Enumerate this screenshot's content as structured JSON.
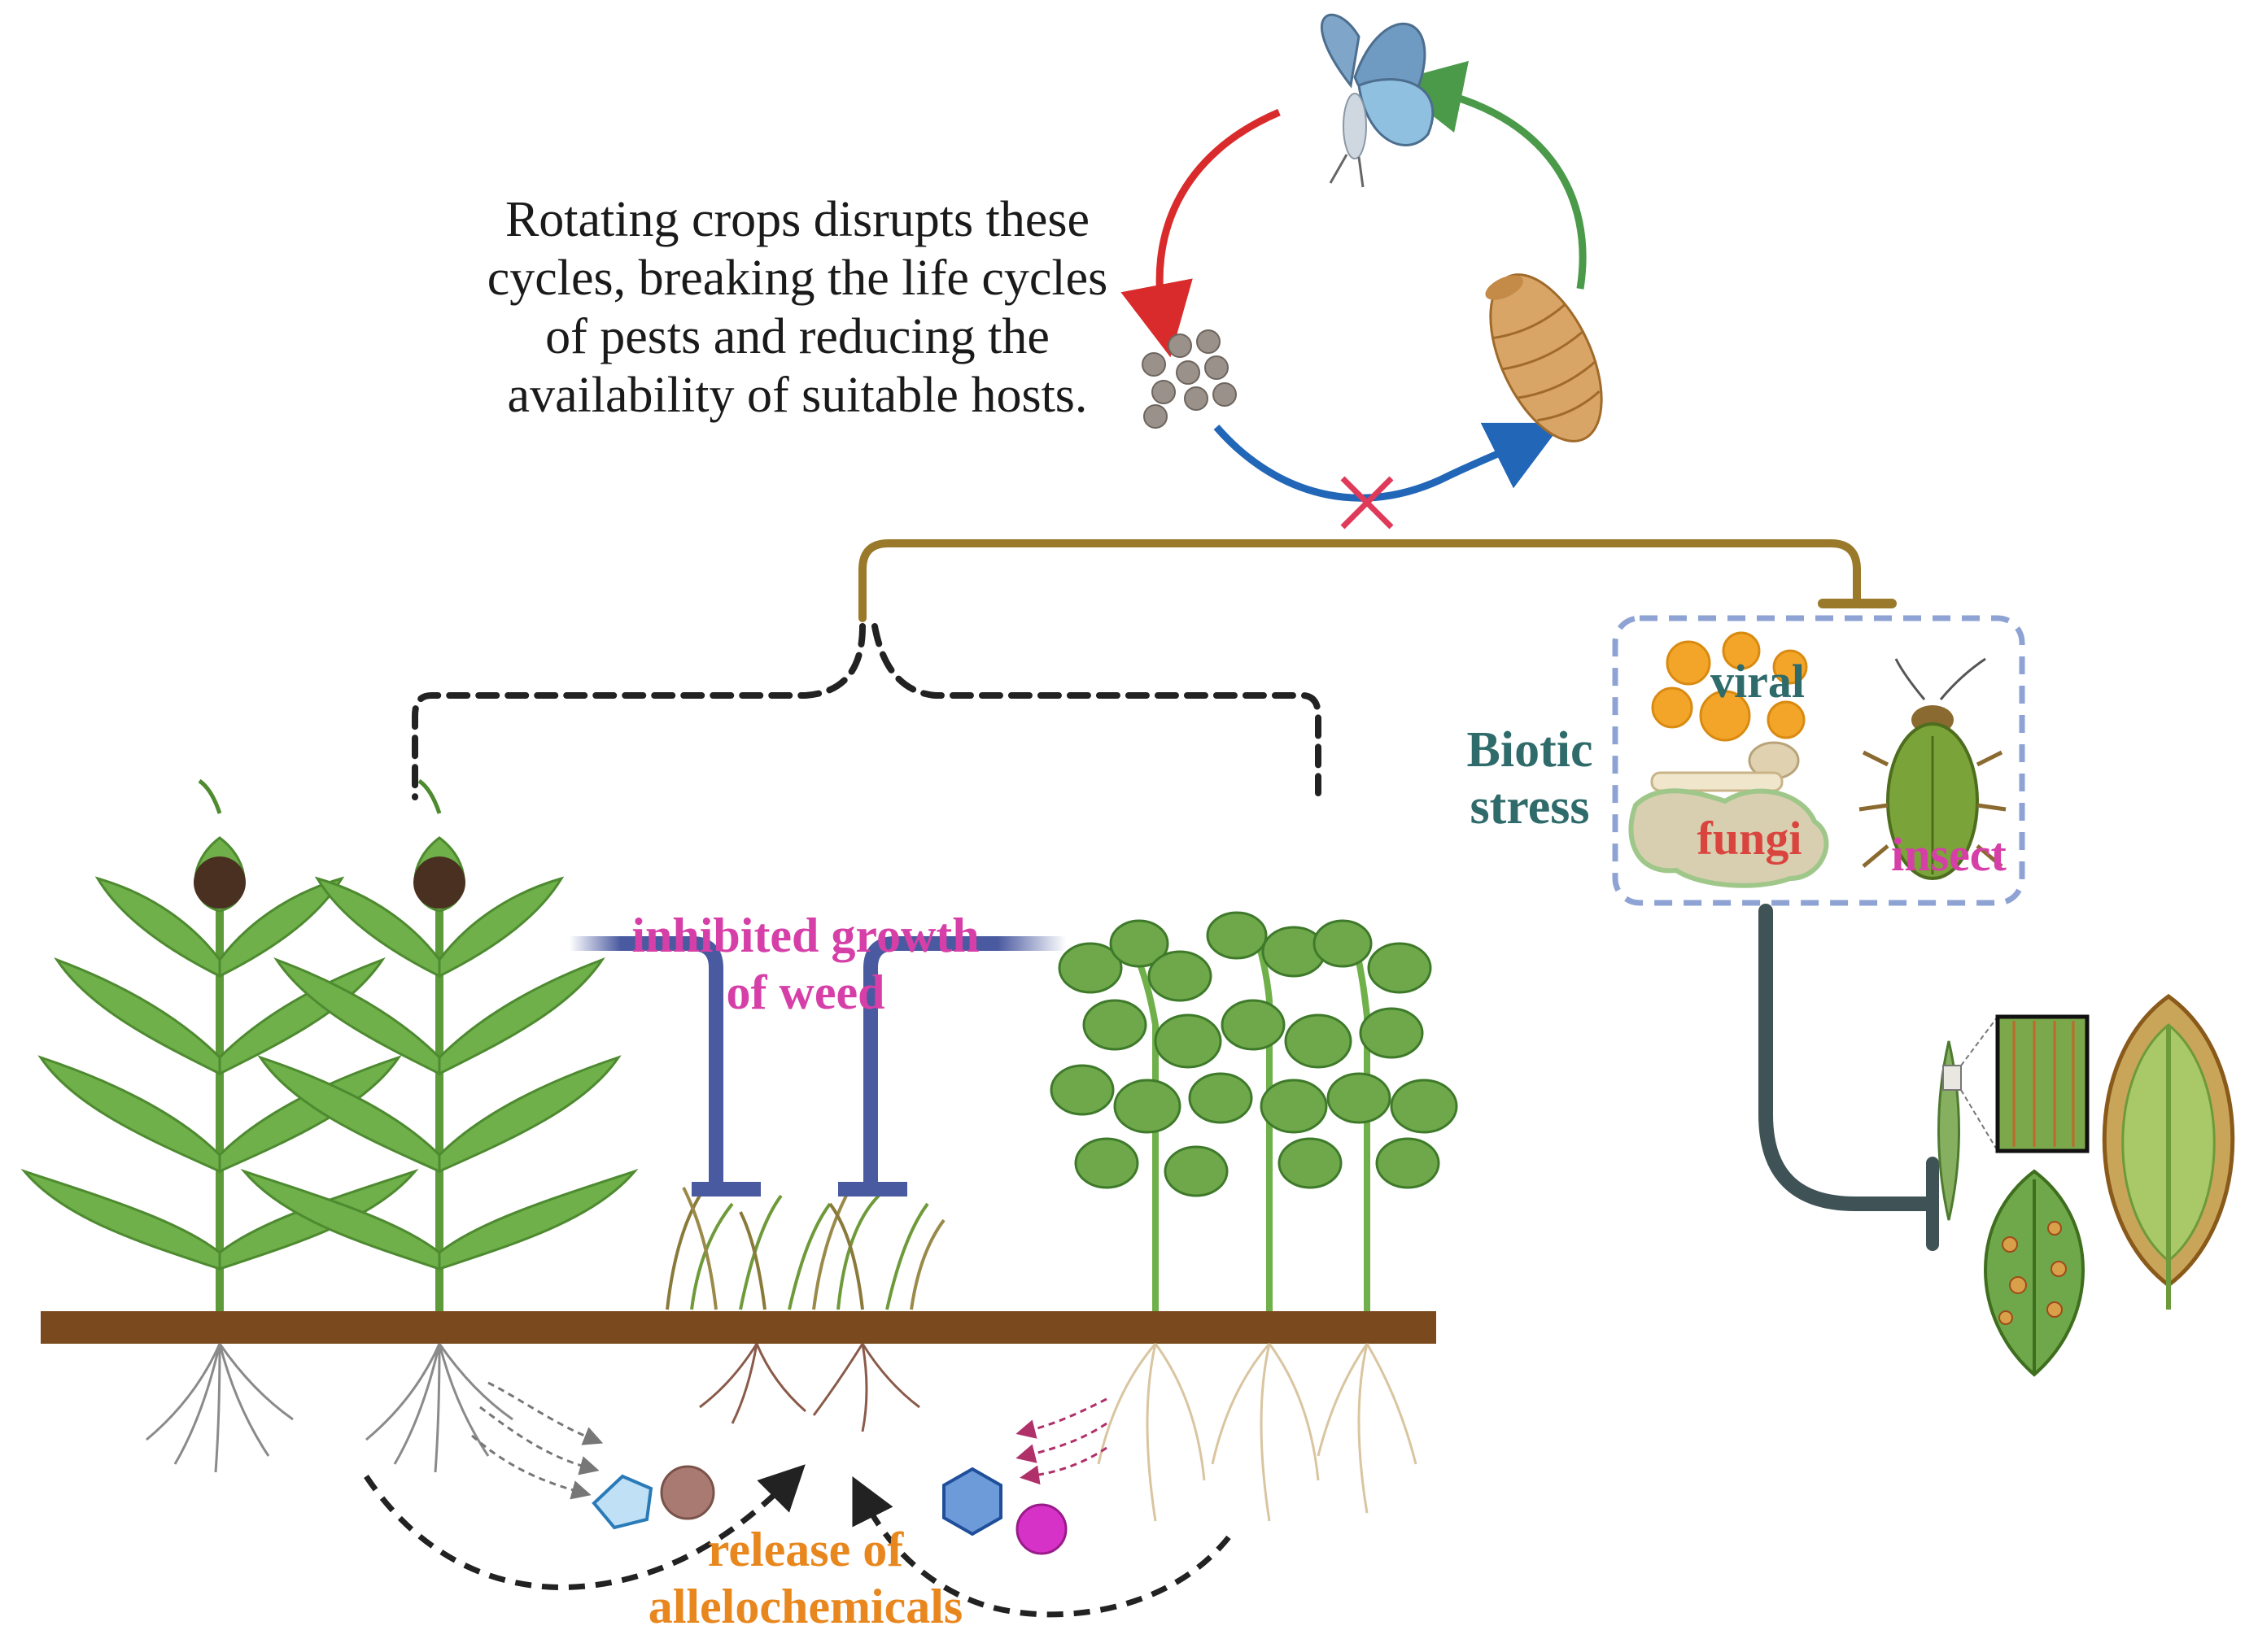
{
  "caption": {
    "lines": [
      "Rotating crops disrupts these",
      "cycles, breaking the life cycles",
      "of pests and reducing the",
      "availability of suitable hosts."
    ]
  },
  "labels": {
    "inhibited_line1": "inhibited growth",
    "inhibited_line2": "of weed",
    "biotic_line1": "Biotic",
    "biotic_line2": "stress",
    "viral": "viral",
    "fungi": "fungi",
    "insect": "insect",
    "release_line1": "release of",
    "release_line2": "allelochemicals"
  },
  "colors": {
    "inhibit_label": "#d63fa8",
    "biotic_label": "#2f6b6a",
    "viral_label": "#2f6b6a",
    "fungi_label": "#d9453e",
    "insect_label": "#d63fa8",
    "release_label": "#e8871e",
    "bracket": "#9a7a2a",
    "soil": "#7a4a1e",
    "cycle_red": "#d92b2b",
    "cycle_green": "#4a9a4a",
    "cycle_blue": "#2266b8",
    "inhibit_bar": "#4a5aa0",
    "stress_bar": "#3f5255"
  },
  "icons": [
    "butterfly-icon",
    "pupa-icon",
    "egg-cluster-icon",
    "virus-icon",
    "fungus-icon",
    "beetle-icon",
    "diseased-leaf-icon"
  ]
}
